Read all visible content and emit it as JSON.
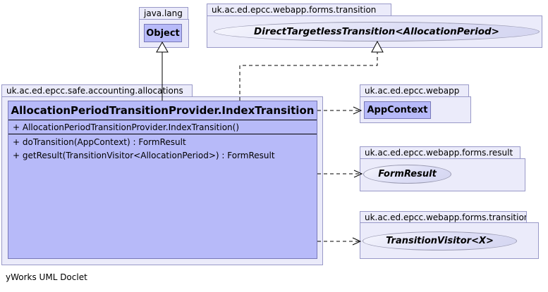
{
  "packages": {
    "java_lang": {
      "name": "java.lang"
    },
    "transition_top": {
      "name": "uk.ac.ed.epcc.webapp.forms.transition"
    },
    "allocations": {
      "name": "uk.ac.ed.epcc.safe.accounting.allocations"
    },
    "webapp": {
      "name": "uk.ac.ed.epcc.webapp"
    },
    "forms_result": {
      "name": "uk.ac.ed.epcc.webapp.forms.result"
    },
    "forms_transition": {
      "name": "uk.ac.ed.epcc.webapp.forms.transition"
    }
  },
  "classes": {
    "object": {
      "name": "Object"
    },
    "app_context": {
      "name": "AppContext"
    },
    "main": {
      "title": "AllocationPeriodTransitionProvider.IndexTransition",
      "constructor": "+ AllocationPeriodTransitionProvider.IndexTransition()",
      "methods": [
        "+ doTransition(AppContext) : FormResult",
        "+ getResult(TransitionVisitor<AllocationPeriod>) : FormResult"
      ]
    }
  },
  "interfaces": {
    "direct_targetless": {
      "name": "DirectTargetlessTransition<AllocationPeriod>"
    },
    "form_result": {
      "name": "FormResult"
    },
    "transition_visitor": {
      "name": "TransitionVisitor<X>"
    }
  },
  "footer": {
    "credit": "yWorks UML Doclet"
  },
  "colors": {
    "package_fill": "#EBEBFA",
    "package_border": "#9999C8",
    "class_fill": "#B7BAF9",
    "class_border": "#7878B8",
    "ellipse_fill": "#DDDEF6",
    "connector": "#000000"
  }
}
